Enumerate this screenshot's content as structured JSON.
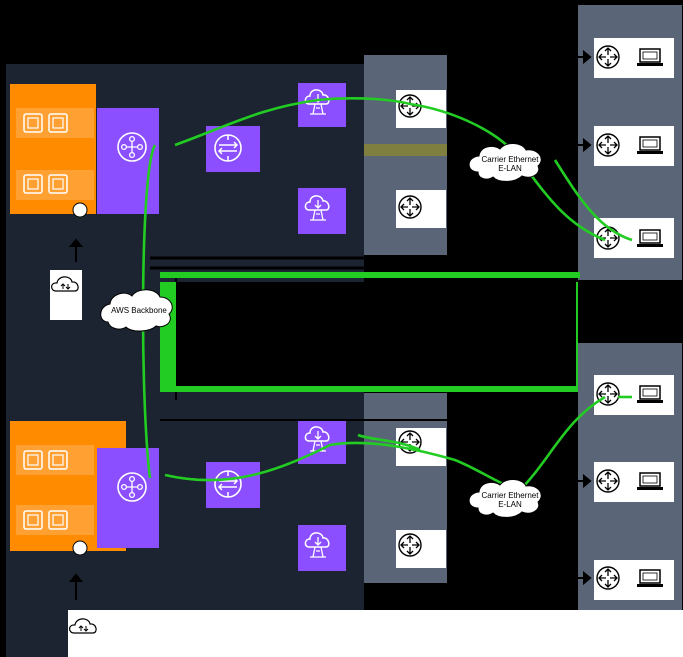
{
  "diagram": {
    "labels": {
      "backbone": "AWS Backbone",
      "carrier_top": [
        "Carrier Ethernet",
        "E-LAN"
      ],
      "carrier_bottom": [
        "Carrier Ethernet",
        "E-LAN"
      ]
    },
    "colors": {
      "background": "#000000",
      "region_panel": "#1b2430",
      "availability_zone": "#ff8c00",
      "aws_purple": "#8c4fff",
      "router_panel": "#5a6578",
      "connection_green": "#22cc22",
      "olive_band": "#7f7f3f",
      "cloud_fill": "#ffffff"
    },
    "icons": [
      "ec2-instance-icon",
      "transit-gateway-icon",
      "vpc-router-icon",
      "direct-connect-location-icon",
      "router-icon",
      "desktop-client-icon",
      "internet-gateway-icon",
      "cloud-icon"
    ]
  }
}
